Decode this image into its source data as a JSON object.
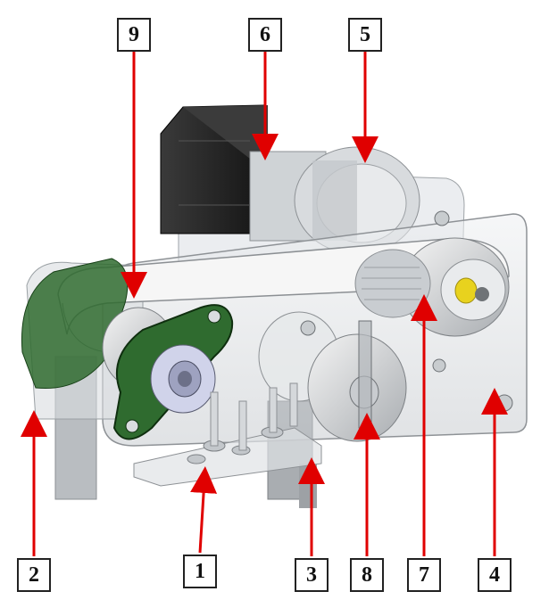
{
  "diagram": {
    "callout_color": "#e00000",
    "parts": {
      "frame_color": "#d6d9dc",
      "motor_color": "#2b2b2b",
      "bearing_color": "#2f6b2f",
      "belt_color": "#f2f2f2"
    },
    "labels": [
      {
        "id": "1",
        "text": "1"
      },
      {
        "id": "2",
        "text": "2"
      },
      {
        "id": "3",
        "text": "3"
      },
      {
        "id": "4",
        "text": "4"
      },
      {
        "id": "5",
        "text": "5"
      },
      {
        "id": "6",
        "text": "6"
      },
      {
        "id": "7",
        "text": "7"
      },
      {
        "id": "8",
        "text": "8"
      },
      {
        "id": "9",
        "text": "9"
      }
    ]
  }
}
